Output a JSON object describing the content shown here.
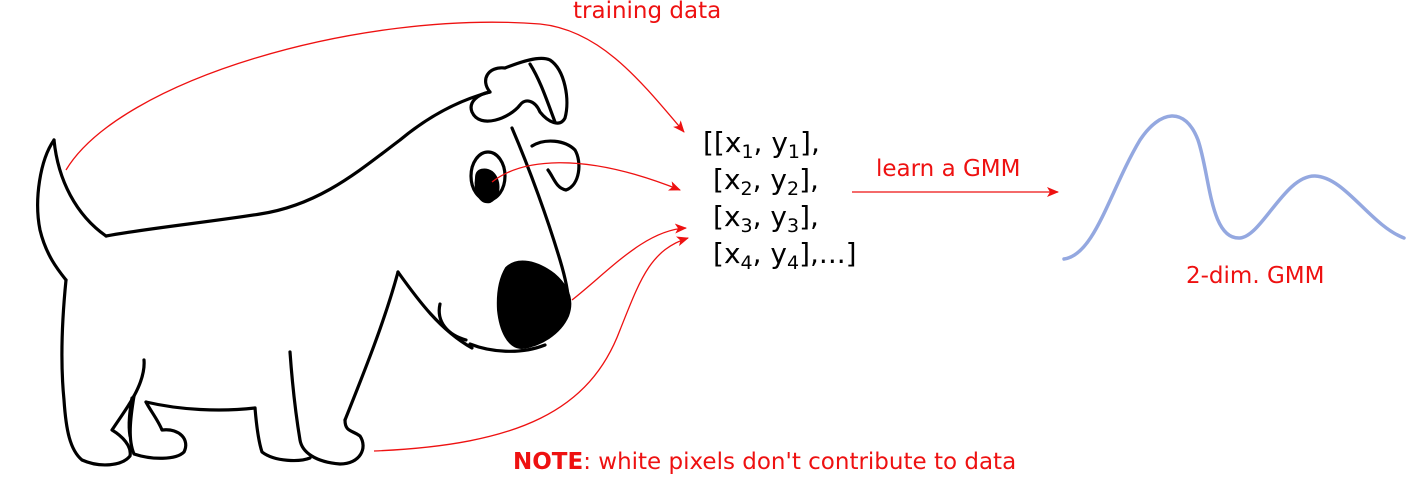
{
  "labels": {
    "training_data": "training data",
    "learn": "learn a GMM",
    "gmm": "2-dim. GMM",
    "note_bold": "NOTE",
    "note_rest": ": white pixels don't contribute to data"
  },
  "data_list": [
    {
      "open": "[[",
      "x": "x",
      "xi": "1",
      "sep": ", ",
      "y": "y",
      "yi": "1",
      "close": "],"
    },
    {
      "open": "[",
      "x": "x",
      "xi": "2",
      "sep": ", ",
      "y": "y",
      "yi": "2",
      "close": "],"
    },
    {
      "open": "[",
      "x": "x",
      "xi": "3",
      "sep": ", ",
      "y": "y",
      "yi": "3",
      "close": "],"
    },
    {
      "open": "[",
      "x": "x",
      "xi": "4",
      "sep": ", ",
      "y": "y",
      "yi": "4",
      "close": "],...]"
    }
  ],
  "colors": {
    "arrow": "#ee1111",
    "curve": "#94a8e0",
    "outline": "#000000"
  }
}
